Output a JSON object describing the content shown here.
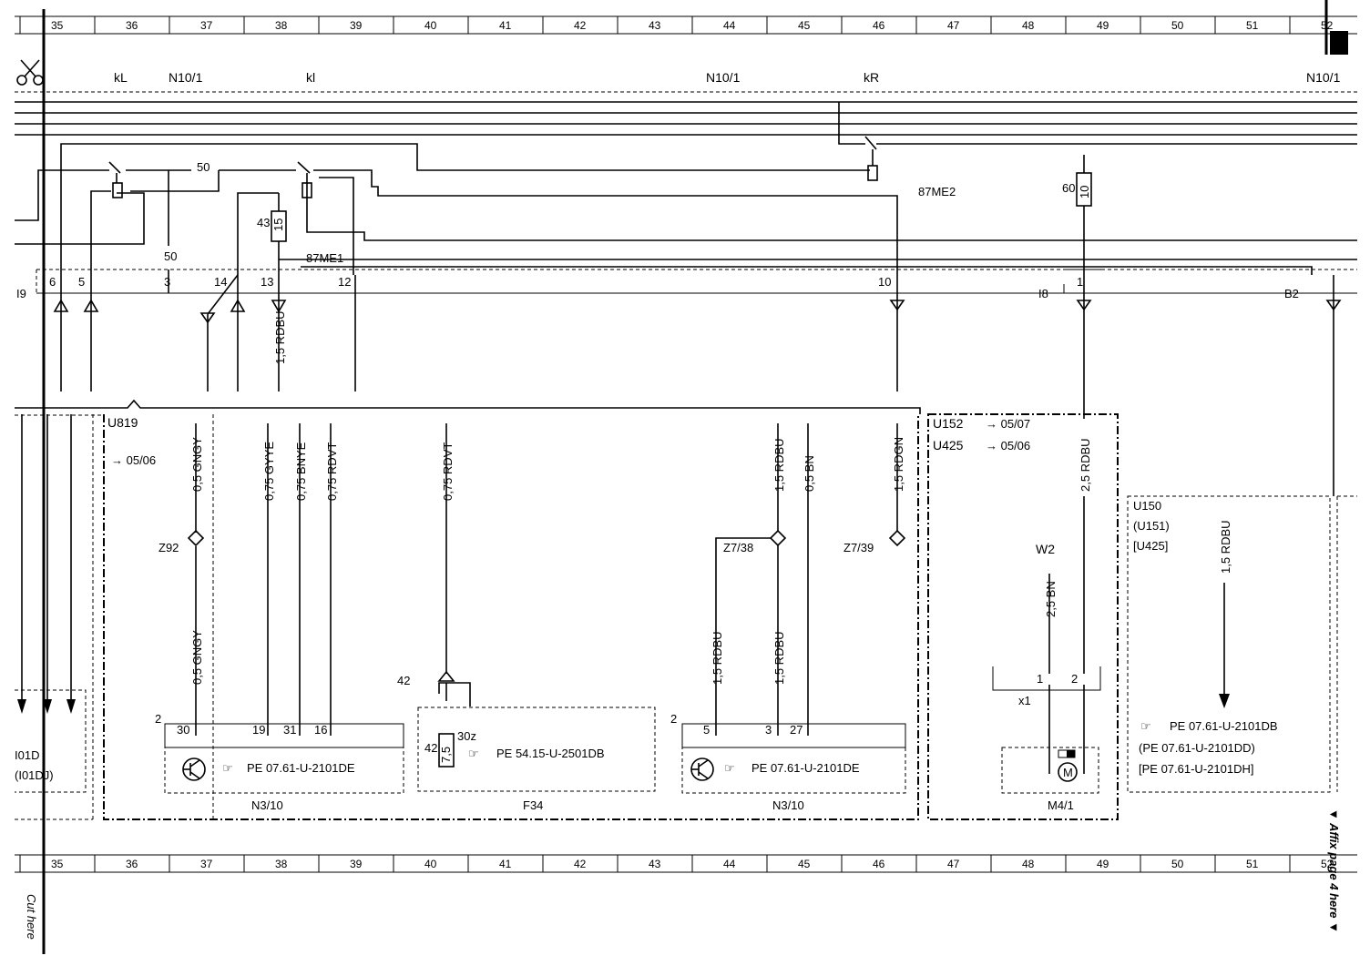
{
  "grid_top": [
    "35",
    "36",
    "37",
    "38",
    "39",
    "40",
    "41",
    "42",
    "43",
    "44",
    "45",
    "46",
    "47",
    "48",
    "49",
    "50",
    "51",
    "52"
  ],
  "grid_bottom": [
    "35",
    "36",
    "37",
    "38",
    "39",
    "40",
    "41",
    "42",
    "43",
    "44",
    "45",
    "46",
    "47",
    "48",
    "49",
    "50",
    "51",
    "52"
  ],
  "bus_labels": {
    "kL": "kL",
    "n101_a": "N10/1",
    "kl": "kl",
    "n101_b": "N10/1",
    "kR": "kR",
    "n101_c": "N10/1"
  },
  "relay": {
    "t50": "50",
    "t50b": "50",
    "fuse43": "43",
    "fuse43_rating": "15",
    "me1": "87ME1",
    "me2": "87ME2",
    "fuse60": "60",
    "fuse60_rating": "10"
  },
  "connector_top": {
    "name": "I9",
    "p6": "6",
    "p5": "5",
    "p3": "3",
    "p14": "14",
    "p13": "13",
    "p12": "12",
    "p10": "10",
    "i8": "I8",
    "p1": "1",
    "b2": "B2"
  },
  "wires": {
    "w_15rdbu_top": "1,5 RDBU",
    "gngy_a": "0,5 GNGY",
    "gyye": "0,75 GYYE",
    "bnye": "0,75 BNYE",
    "rdvt_a": "0,75 RDVT",
    "rdvt_b": "0,75 RDVT",
    "rdbu_a": "1,5 RDBU",
    "bn_a": "0,5 BN",
    "rdgn": "1,5 RDGN",
    "rdbu_25": "2,5 RDBU",
    "gngy_b": "0,5 GNGY",
    "rdbu_b": "1,5 RDBU",
    "rdbu_c": "1,5 RDBU",
    "bn_25": "2,5 BN",
    "rdbu_u150": "1,5 RDBU"
  },
  "blocks": {
    "u819": "U819",
    "u819_ref": "→ 05/06",
    "z92": "Z92",
    "z738": "Z7/38",
    "z739": "Z7/39",
    "u152": "U152",
    "u152_ref": "→ 05/07",
    "u425": "U425",
    "u425_ref": "→ 05/06",
    "u150": "U150",
    "u151": "(U151)",
    "u425b": "[U425]",
    "w2": "W2",
    "x1": "x1",
    "left_a": "I01D",
    "left_b": "(I01DJ)"
  },
  "components": {
    "n310_left": {
      "pin_group": "2",
      "p30": "30",
      "p19": "19",
      "p31": "31",
      "p16": "16",
      "ref": "PE 07.61-U-2101DE",
      "name": "N3/10"
    },
    "f34": {
      "p42": "42",
      "p42b": "42",
      "p30z": "30z",
      "fuse": "7,5",
      "ref": "PE 54.15-U-2501DB",
      "name": "F34"
    },
    "n310_right": {
      "pin_group": "2",
      "p5": "5",
      "p3": "3",
      "p27": "27",
      "ref": "PE 07.61-U-2101DE",
      "name": "N3/10"
    },
    "m41": {
      "p1": "1",
      "p2": "2",
      "name": "M4/1"
    },
    "u150_refs": [
      "PE 07.61-U-2101DB",
      "(PE 07.61-U-2101DD)",
      "[PE 07.61-U-2101DH]"
    ]
  },
  "side_text": {
    "cut": "Cut here",
    "affix": "▼ Affix page 4 here ▼"
  },
  "icons": {
    "pointer": "pointing-hand-icon",
    "scissors": "scissors-icon",
    "transistor": "transistor-icon",
    "motor": "motor-icon"
  }
}
